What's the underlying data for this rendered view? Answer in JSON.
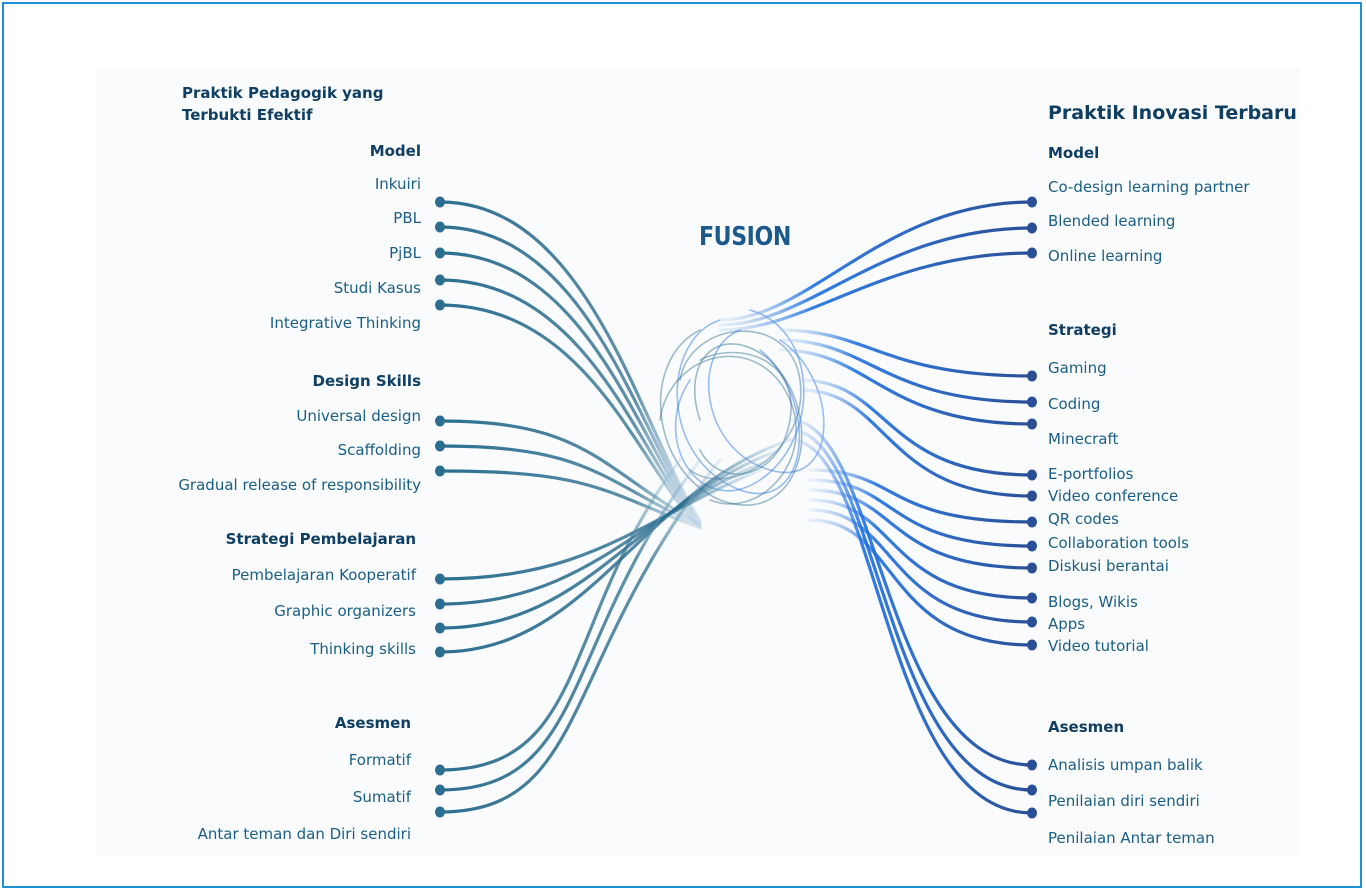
{
  "fusion_label": "FUSION",
  "left": {
    "title_line1": "Praktik Pedagogik yang",
    "title_line2": "Terbukti Efektif",
    "model_header": "Model",
    "model_items": [
      "Inkuiri",
      "PBL",
      "PjBL",
      "Studi Kasus",
      "Integrative Thinking"
    ],
    "design_header": "Design Skills",
    "design_items": [
      "Universal design",
      "Scaffolding",
      "Gradual release of responsibility"
    ],
    "strategi_header": "Strategi Pembelajaran",
    "strategi_items": [
      "Pembelajaran Kooperatif",
      "Graphic organizers",
      "Thinking skills"
    ],
    "asesmen_header": "Asesmen",
    "asesmen_items": [
      "Formatif",
      "Sumatif",
      "Antar teman dan Diri sendiri"
    ]
  },
  "right": {
    "title": "Praktik Inovasi Terbaru",
    "model_header": "Model",
    "model_items": [
      "Co-design learning partner",
      "Blended learning",
      "Online learning"
    ],
    "strategi_header": "Strategi",
    "strategi_items": [
      "Gaming",
      "Coding",
      "Minecraft",
      "E-portfolios",
      "Video conference",
      "QR codes",
      "Collaboration tools",
      "Diskusi berantai",
      "Blogs, Wikis",
      "Apps",
      "Video tutorial"
    ],
    "asesmen_header": "Asesmen",
    "asesmen_items": [
      "Analisis umpan balik",
      "Penilaian diri sendiri",
      "Penilaian Antar teman"
    ]
  },
  "colors": {
    "left_wire": "#2c6e8f",
    "right_wire": "#2a4f95",
    "highlight": "#1e6fe0",
    "border": "#1e90d6",
    "header_text": "#0f3e63",
    "item_text": "#1b5e84"
  }
}
